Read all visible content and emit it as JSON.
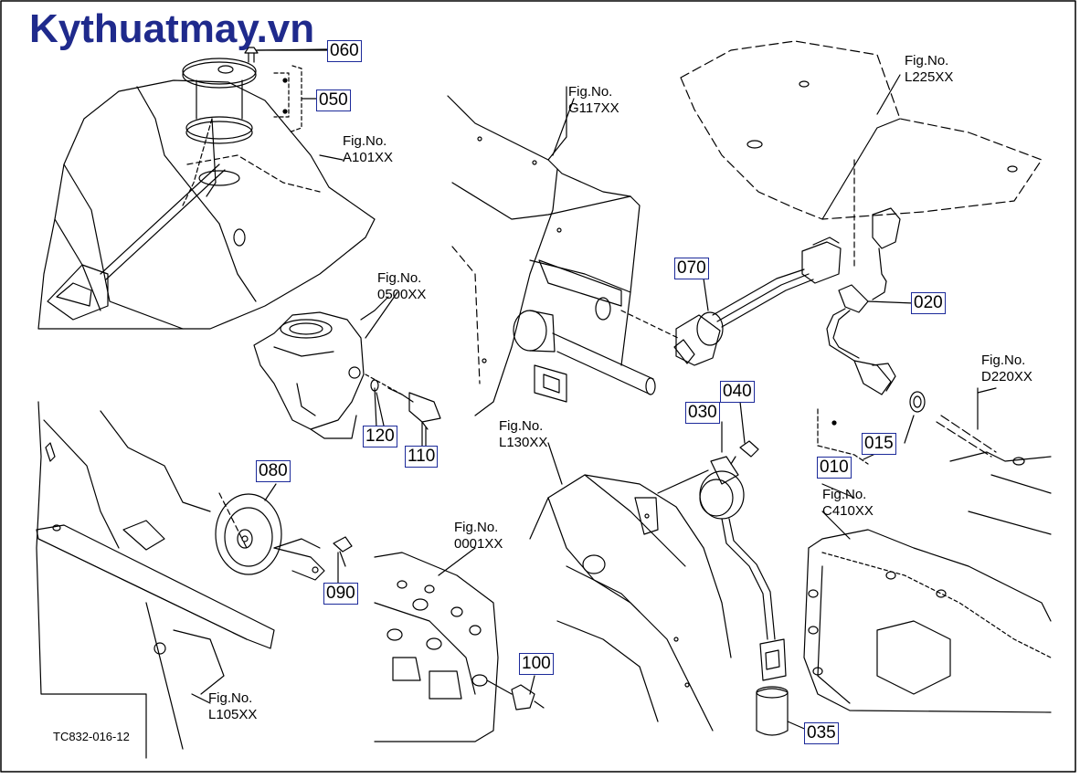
{
  "watermark": "Kythuatmay.vn",
  "drawing_code": "TC832-016-12",
  "fig_refs": {
    "a101": {
      "label": "Fig.No.",
      "code": "A101XX"
    },
    "g117": {
      "label": "Fig.No.",
      "code": "G117XX"
    },
    "l225": {
      "label": "Fig.No.",
      "code": "L225XX"
    },
    "o500": {
      "label": "Fig.No.",
      "code": "0500XX"
    },
    "d220": {
      "label": "Fig.No.",
      "code": "D220XX"
    },
    "l130": {
      "label": "Fig.No.",
      "code": "L130XX"
    },
    "c410": {
      "label": "Fig.No.",
      "code": "C410XX"
    },
    "o001": {
      "label": "Fig.No.",
      "code": "0001XX"
    },
    "l105": {
      "label": "Fig.No.",
      "code": "L105XX"
    }
  },
  "parts": {
    "p060": "060",
    "p050": "050",
    "p070": "070",
    "p020": "020",
    "p120": "120",
    "p110": "110",
    "p040": "040",
    "p030": "030",
    "p015": "015",
    "p010": "010",
    "p080": "080",
    "p090": "090",
    "p100": "100",
    "p035": "035"
  },
  "colors": {
    "watermark": "#1f2a8c",
    "label_border": "#1c2a9a",
    "line": "#000000"
  }
}
